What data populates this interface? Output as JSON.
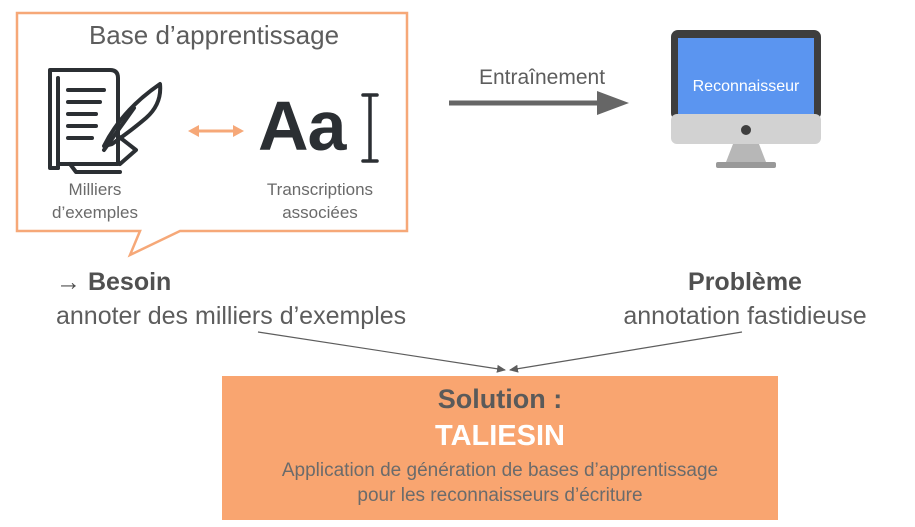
{
  "base": {
    "title": "Base d’apprentissage",
    "left_caption_line1": "Milliers",
    "left_caption_line2": "d’exemples",
    "aa_glyph": "Aa",
    "right_caption_line1": "Transcriptions",
    "right_caption_line2": "associées"
  },
  "training": {
    "label": "Entraînement"
  },
  "computer": {
    "screen_label": "Reconnaisseur"
  },
  "need": {
    "arrow_glyph": "→",
    "heading": "Besoin",
    "text": "annoter des milliers d’exemples"
  },
  "problem": {
    "heading": "Problème",
    "text": "annotation fastidieuse"
  },
  "solution": {
    "label": "Solution :",
    "name": "TALIESIN",
    "desc_line1": "Application de génération de bases d’apprentissage",
    "desc_line2": "pour les reconnaisseurs d’écriture"
  },
  "colors": {
    "accent_orange": "#f9a570",
    "callout_border": "#f6a878",
    "screen_blue": "#5b95f0",
    "arrow_gray": "#666666",
    "text_gray": "#555555"
  },
  "icons": [
    "document-quill-icon",
    "double-arrow-icon",
    "text-cursor-icon",
    "right-arrow-icon",
    "computer-monitor-icon"
  ]
}
